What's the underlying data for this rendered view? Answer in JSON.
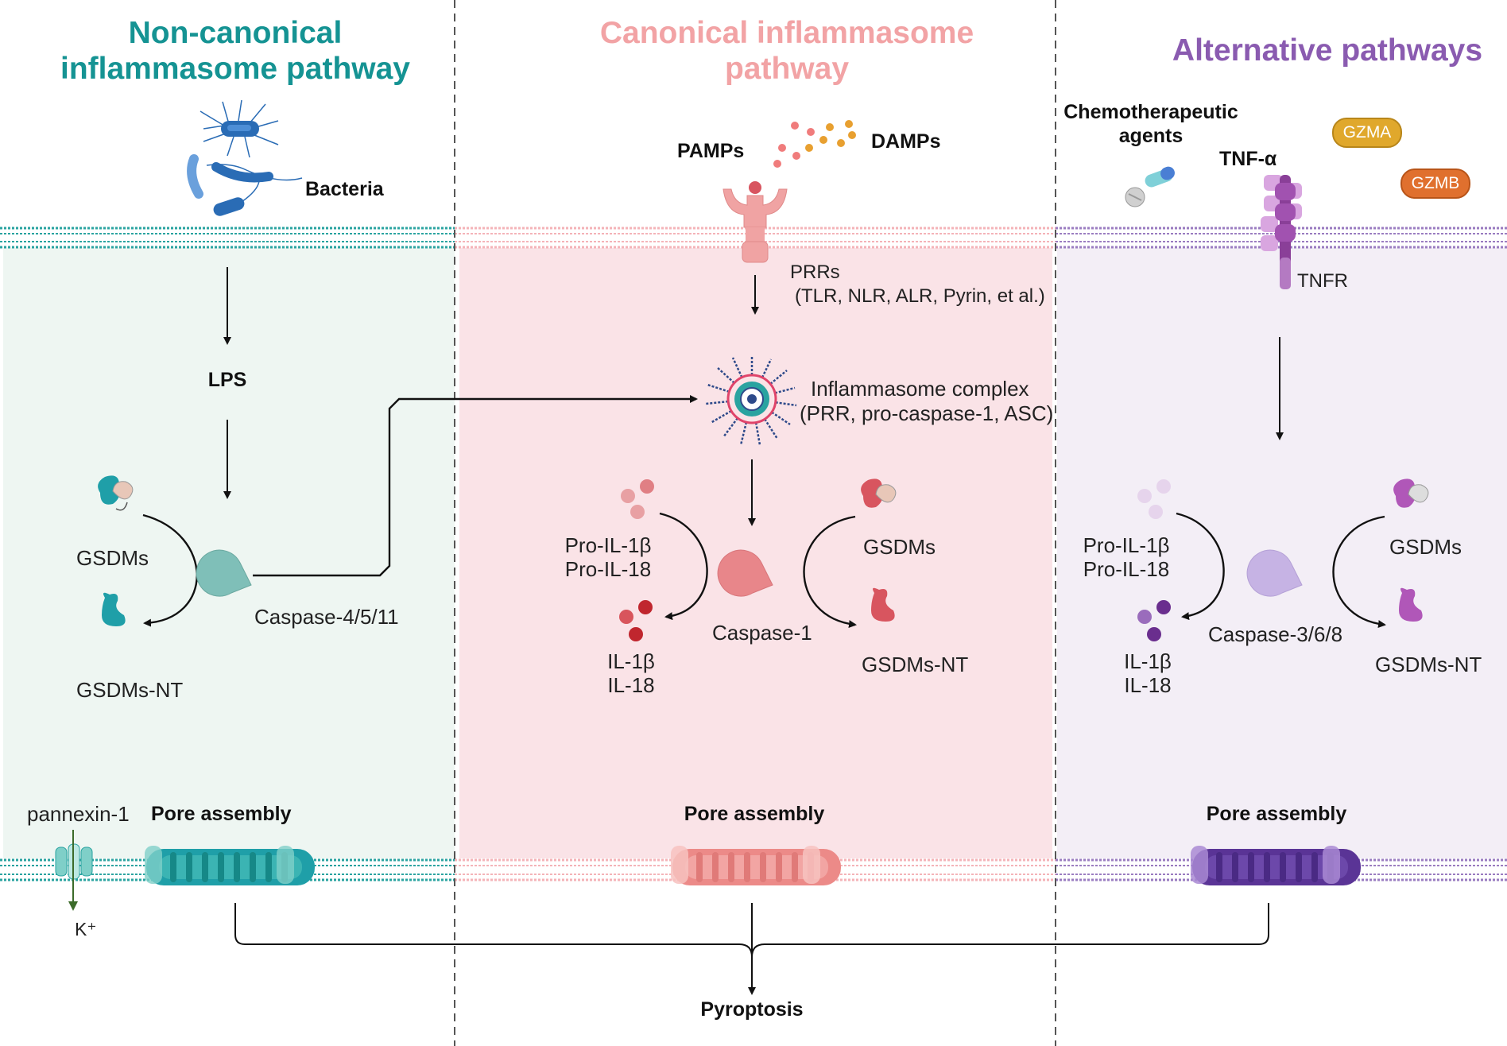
{
  "panels": {
    "noncanonical": {
      "title_line1": "Non-canonical",
      "title_line2": "inflammasome pathway",
      "bacteria": "Bacteria",
      "lps": "LPS",
      "gsdms": "GSDMs",
      "gsdms_nt": "GSDMs-NT",
      "caspase": "Caspase-4/5/11",
      "pannexin": "pannexin-1",
      "pore": "Pore assembly",
      "potassium": "K⁺"
    },
    "canonical": {
      "title_line1": "Canonical inflammasome",
      "title_line2": "pathway",
      "pamps": "PAMPs",
      "damps": "DAMPs",
      "prrs_line1": "PRRs",
      "prrs_line2": "(TLR, NLR, ALR, Pyrin, et al.)",
      "complex_line1": "Inflammasome complex",
      "complex_line2": "(PRR, pro-caspase-1, ASC)",
      "pro_il1b": "Pro-IL-1β",
      "pro_il18": "Pro-IL-18",
      "il1b": "IL-1β",
      "il18": "IL-18",
      "caspase": "Caspase-1",
      "gsdms": "GSDMs",
      "gsdms_nt": "GSDMs-NT",
      "pore": "Pore assembly"
    },
    "alternative": {
      "title": "Alternative pathways",
      "chemo_line1": "Chemotherapeutic",
      "chemo_line2": "agents",
      "tnfa": "TNF-α",
      "gzma": "GZMA",
      "gzmb": "GZMB",
      "tnfr": "TNFR",
      "pro_il1b": "Pro-IL-1β",
      "pro_il18": "Pro-IL-18",
      "il1b": "IL-1β",
      "il18": "IL-18",
      "caspase": "Caspase-3/6/8",
      "gsdms": "GSDMs",
      "gsdms_nt": "GSDMs-NT",
      "pore": "Pore assembly"
    }
  },
  "outcome": "Pyroptosis",
  "colors": {
    "teal": "#159393",
    "teal_bg": "#eef6f2",
    "pink": "#f2a3a5",
    "pink_bg": "#fae3e7",
    "purple": "#8a5bb0",
    "purple_bg": "#f3eef6",
    "gzma": "#e0a82c",
    "gzmb": "#e0702e"
  }
}
